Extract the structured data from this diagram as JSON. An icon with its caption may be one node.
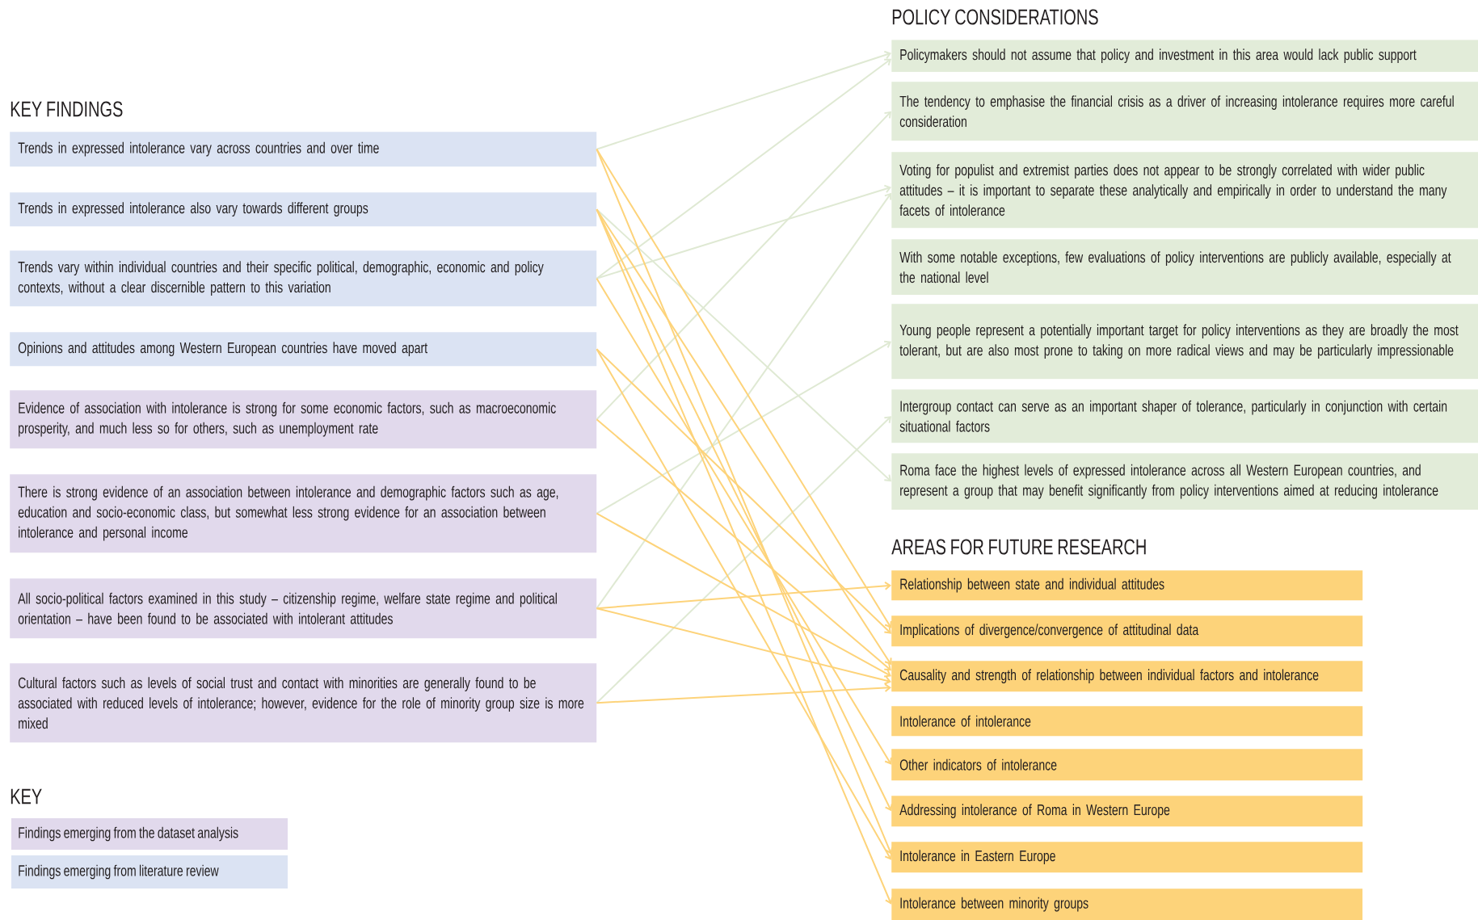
{
  "diagram": {
    "nodes": [
      {
        "text": [
          "Trends in expressed intolerance vary across countries and over time"
        ]
      },
      {
        "text": [
          "Trends in expressed intolerance also vary towards different groups"
        ]
      },
      {
        "text": [
          "Trends vary within individual countries and their specific political, demographic, economic and policy contexts, without a clear discernible pattern to this variation"
        ]
      },
      {
        "text": [
          "Opinions and attitudes among Western European countries have moved apart"
        ]
      },
      {
        "text": [
          "Evidence of association with intolerance is strong for some economic factors, such as macroeconomic prosperity, and much less so for others, such as unemployment rate"
        ]
      },
      {
        "text": [
          "There is strong evidence of an association between intolerance and demographic factors such as age, education and socio-economic class, but somewhat less strong evidence for an association between intolerance and personal income"
        ]
      },
      {
        "text": [
          "All socio-political factors examined in this study – citizenship regime, welfare state regime and political orientation – have been found to be associated with intolerant attitudes"
        ]
      },
      {
        "text": [
          "Cultural factors such as levels of social trust and contact with minorities are generally found to be associated with reduced levels of intolerance; however, evidence for the role of minority group size is more mixed"
        ]
      },
      {
        "text": [
          "Policymakers should not assume that policy and investment in this area would lack public support"
        ]
      },
      {
        "text": [
          "The tendency to emphasise the financial crisis as a driver of increasing intolerance requires more careful consideration"
        ]
      },
      {
        "text": [
          "Voting for populist and extremist parties does not appear to be strongly correlated with wider public attitudes – it is important to separate these analytically and empirically in order to understand the many facets of intolerance"
        ]
      },
      {
        "text": [
          "With some notable exceptions, few evaluations of policy interventions are publicly available, especially at the national level"
        ]
      },
      {
        "text": [
          "Young people represent a potentially important target for policy interventions as they are broadly the most tolerant, but are also most prone to taking on more radical views and may be particularly impressionable"
        ]
      },
      {
        "text": [
          "Intergroup contact can serve as an important shaper of tolerance, particularly in conjunction with certain situational factors"
        ]
      },
      {
        "text": [
          "Roma face the highest levels of expressed intolerance across all Western European countries, and represent a group that may benefit significantly from policy interventions aimed at reducing intolerance"
        ]
      },
      {
        "text": [
          "Relationship between state and individual attitudes"
        ]
      },
      {
        "text": [
          "Implications of divergence/convergence of attitudinal data"
        ]
      },
      {
        "text": [
          "Causality and strength of relationship between individual factors and intolerance"
        ]
      },
      {
        "text": [
          "Intolerance of intolerance"
        ]
      },
      {
        "text": [
          "Other indicators of intolerance"
        ]
      },
      {
        "text": [
          "Addressing intolerance of Roma in Western Europe"
        ]
      },
      {
        "text": [
          "Intolerance in Eastern Europe"
        ]
      },
      {
        "text": [
          "Intolerance between minority groups"
        ]
      }
    ],
    "edges": [
      {
        "from": 0,
        "to": 8,
        "arrow": "to",
        "color": "#dfe9d3"
      },
      {
        "from": 2,
        "to": 8,
        "arrow": "to",
        "color": "#dfe9d3"
      },
      {
        "from": 4,
        "to": 9,
        "arrow": "to",
        "color": "#dfe9d3"
      },
      {
        "from": 2,
        "to": 10,
        "arrow": "to",
        "color": "#dfe9d3"
      },
      {
        "from": 6,
        "to": 10,
        "arrow": "to",
        "color": "#dfe9d3"
      },
      {
        "from": 5,
        "to": 12,
        "arrow": "to",
        "color": "#dfe9d3"
      },
      {
        "from": 7,
        "to": 13,
        "arrow": "to",
        "color": "#dfe9d3"
      },
      {
        "from": 1,
        "to": 14,
        "arrow": "to",
        "color": "#dfe9d3"
      },
      {
        "from": 6,
        "to": 15,
        "arrow": "to"
      },
      {
        "from": 0,
        "to": 16,
        "arrow": "to"
      },
      {
        "from": 3,
        "to": 16,
        "arrow": "to"
      },
      {
        "from": 1,
        "to": 17,
        "arrow": "to"
      },
      {
        "from": 4,
        "to": 17,
        "arrow": "to"
      },
      {
        "from": 5,
        "to": 17,
        "arrow": "to"
      },
      {
        "from": 6,
        "to": 17,
        "arrow": "to"
      },
      {
        "from": 7,
        "to": 17,
        "arrow": "to"
      },
      {
        "from": 2,
        "to": 19,
        "arrow": "to"
      },
      {
        "from": 1,
        "to": 20,
        "arrow": "to"
      },
      {
        "from": 0,
        "to": 21,
        "arrow": "to"
      },
      {
        "from": 3,
        "to": 21,
        "arrow": "to"
      },
      {
        "from": 1,
        "to": 22,
        "arrow": "to"
      }
    ],
    "labels": [
      "POLICY CONSIDERATIONS",
      "KEY FINDINGS",
      "AREAS FOR FUTURE RESEARCH",
      "KEY"
    ],
    "legend": [
      {
        "text": "Findings emerging from the dataset analysis",
        "color": "#e1d9ec"
      },
      {
        "text": "Findings emerging from literature review",
        "color": "#dbe3f3"
      }
    ]
  }
}
